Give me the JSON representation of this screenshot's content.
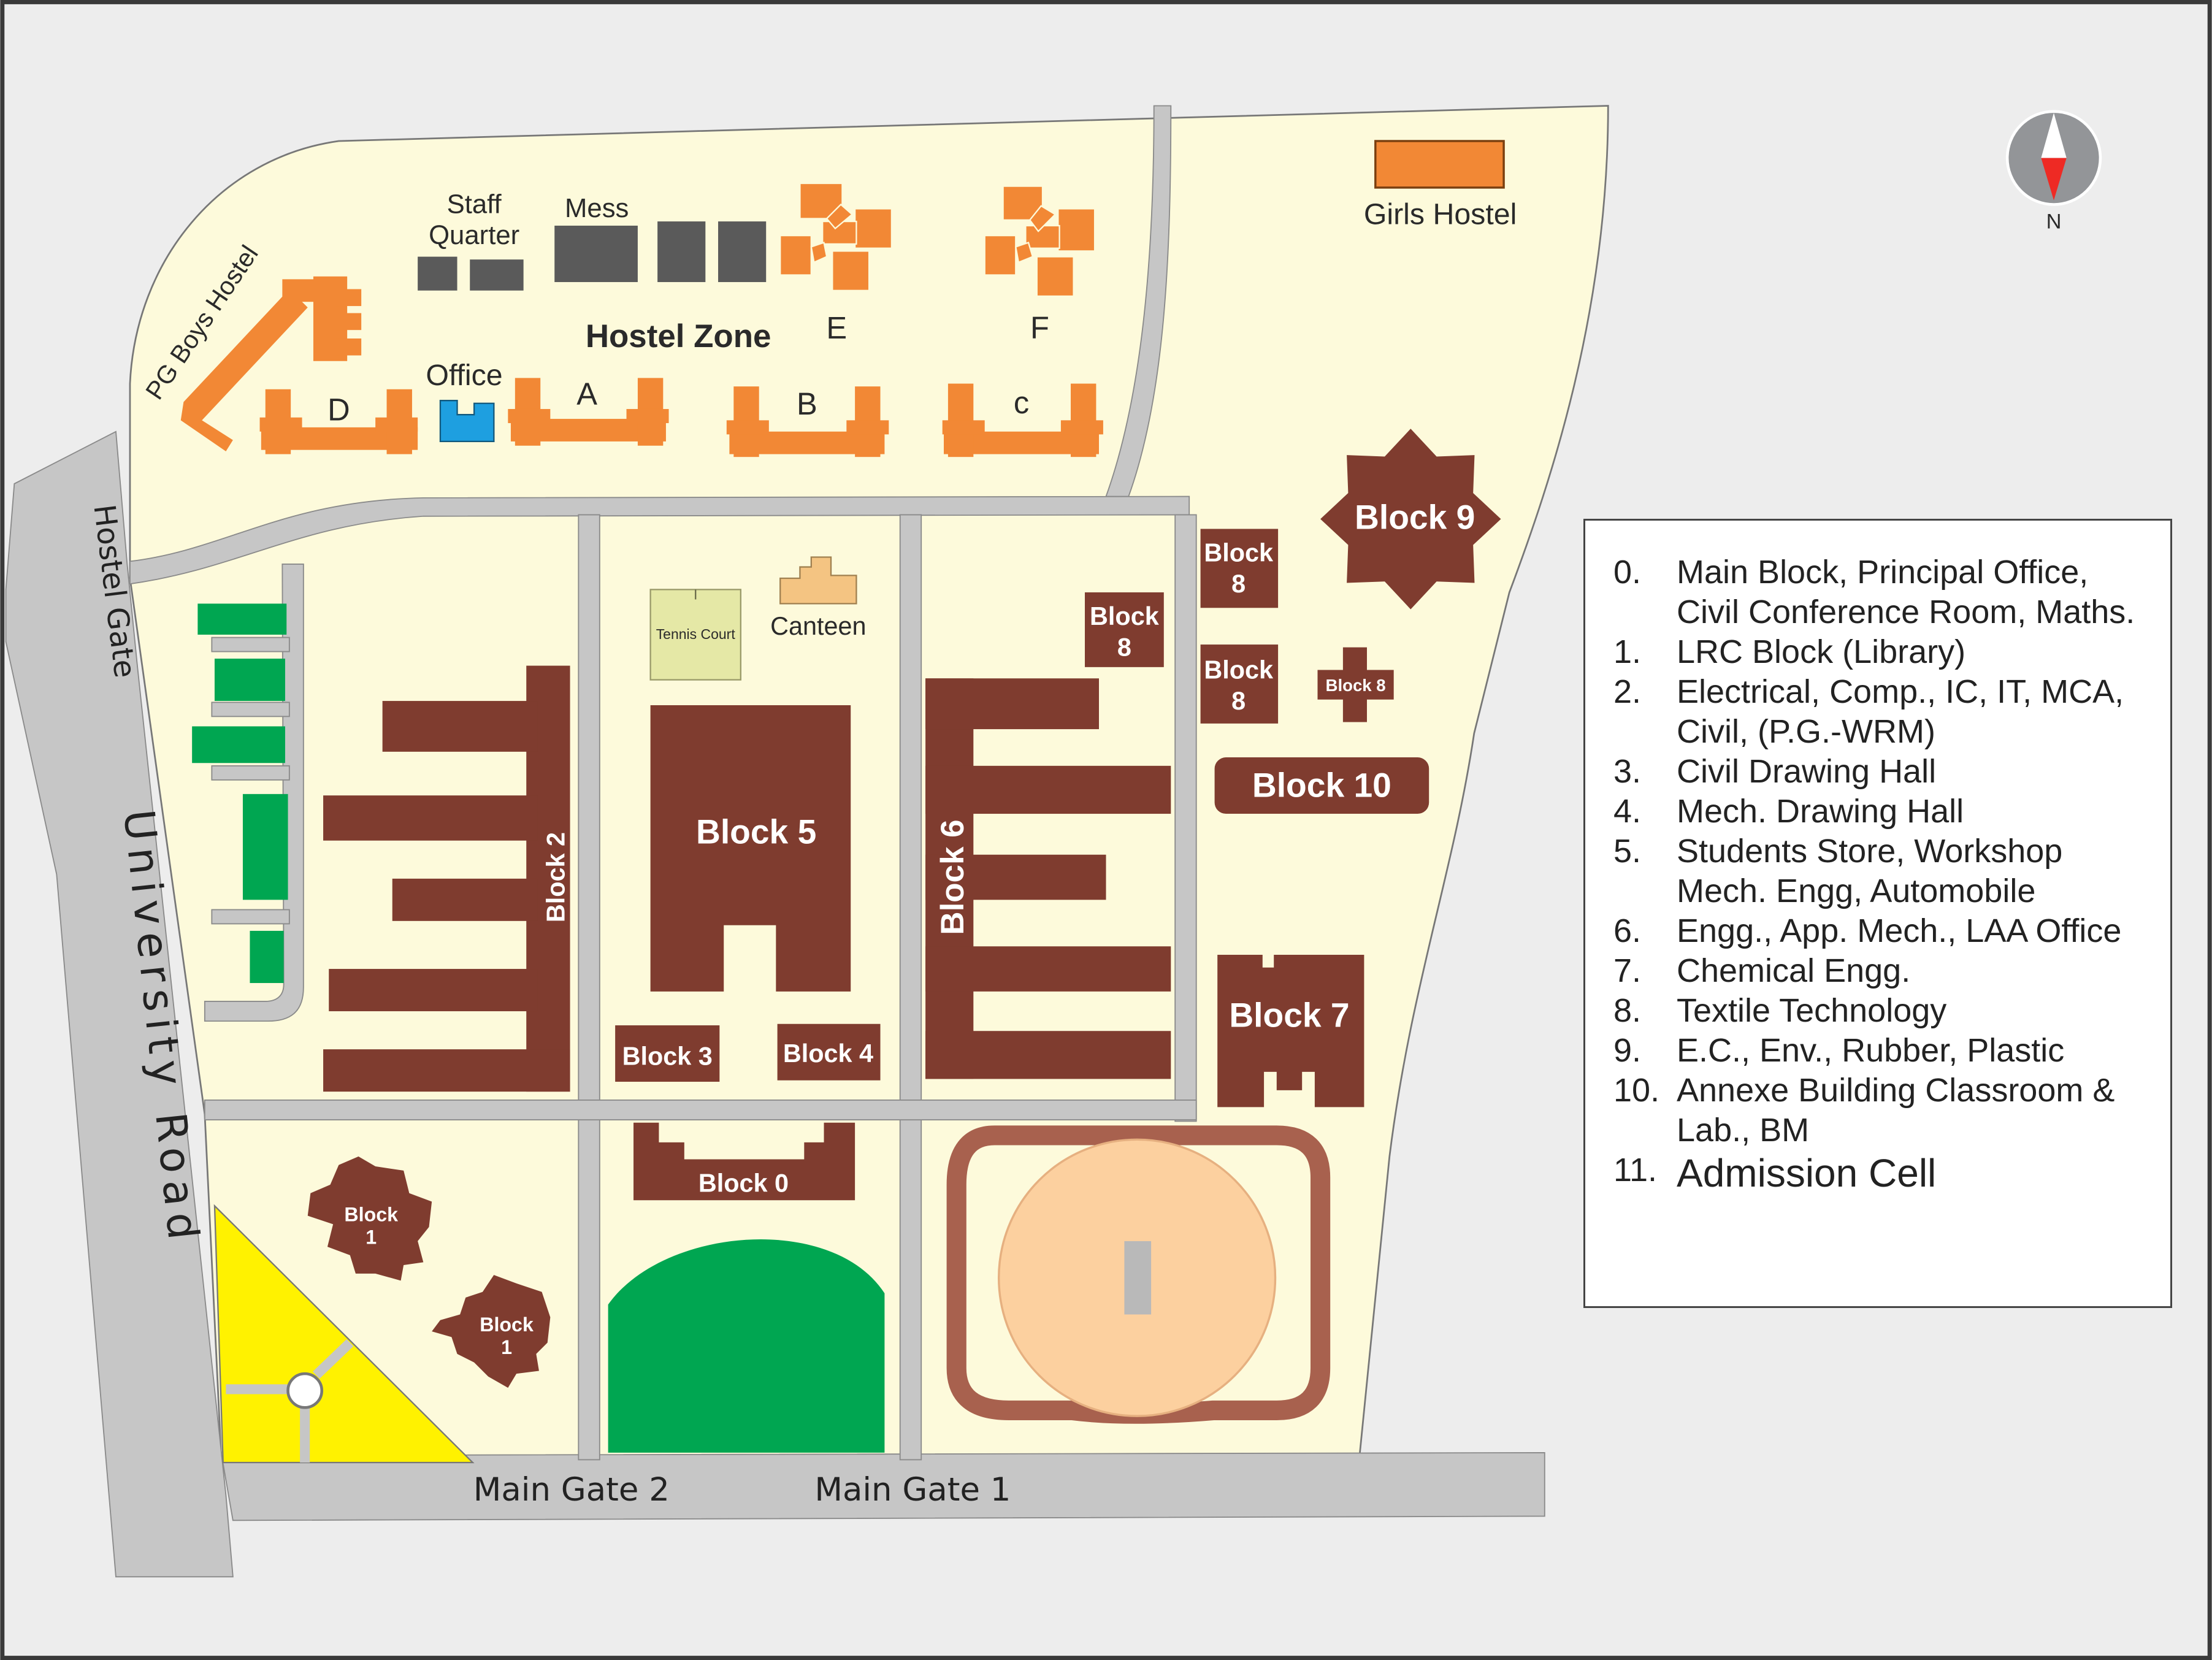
{
  "map": {
    "zone_title": "Hostel Zone",
    "compass": "N",
    "roads": {
      "hostel_gate": "Hostel Gate",
      "university_road": "University Road",
      "main_gate_2": "Main Gate 2",
      "main_gate_1": "Main Gate 1"
    },
    "hostels": {
      "pg_boys": "PG Boys Hostel",
      "girls": "Girls Hostel",
      "staff_quarter_1": "Staff",
      "staff_quarter_2": "Quarter",
      "mess": "Mess",
      "office": "Office",
      "a": "A",
      "b": "B",
      "c": "c",
      "d": "D",
      "e": "E",
      "f": "F"
    },
    "facilities": {
      "tennis_court": "Tennis Court",
      "canteen": "Canteen"
    },
    "blocks": {
      "block0": "Block 0",
      "block1_word": "Block",
      "block1_num": "1",
      "block2": "Block 2",
      "block3": "Block 3",
      "block4": "Block 4",
      "block5": "Block 5",
      "block6": "Block 6",
      "block7": "Block 7",
      "block8_word": "Block",
      "block8_num": "8",
      "block8_small": "Block 8",
      "block9": "Block 9",
      "block10": "Block 10"
    }
  },
  "legend": [
    {
      "num": "0.",
      "text": "Main Block, Principal Office, Civil Conference Room, Maths."
    },
    {
      "num": "1.",
      "text": "LRC Block (Library)"
    },
    {
      "num": "2.",
      "text": "Electrical, Comp., IC, IT, MCA, Civil, (P.G.-WRM)"
    },
    {
      "num": "3.",
      "text": "Civil Drawing Hall"
    },
    {
      "num": "4.",
      "text": "Mech. Drawing Hall"
    },
    {
      "num": "5.",
      "text": "Students Store, Workshop Mech. Engg, Automobile"
    },
    {
      "num": "6.",
      "text": "Engg., App. Mech., LAA Office"
    },
    {
      "num": "7.",
      "text": "Chemical Engg."
    },
    {
      "num": "8.",
      "text": "Textile Technology"
    },
    {
      "num": "9.",
      "text": "E.C., Env., Rubber, Plastic"
    },
    {
      "num": "10.",
      "text": "Annexe Building Classroom & Lab., BM"
    },
    {
      "num": "11.",
      "text": "Admission Cell"
    }
  ],
  "colors": {
    "campus": "#fdfadb",
    "road": "#c6c6c6",
    "block": "#7f3c2f",
    "hostel": "#f28835",
    "mess": "#5a5a5a",
    "parking": "#00a651",
    "yellow_zone": "#fff200",
    "ground": "#00a651",
    "stadium_track": "#a8614e",
    "stadium_field": "#fcd09f",
    "office": "#1e9fe0",
    "compass_red": "#ee2a24"
  }
}
